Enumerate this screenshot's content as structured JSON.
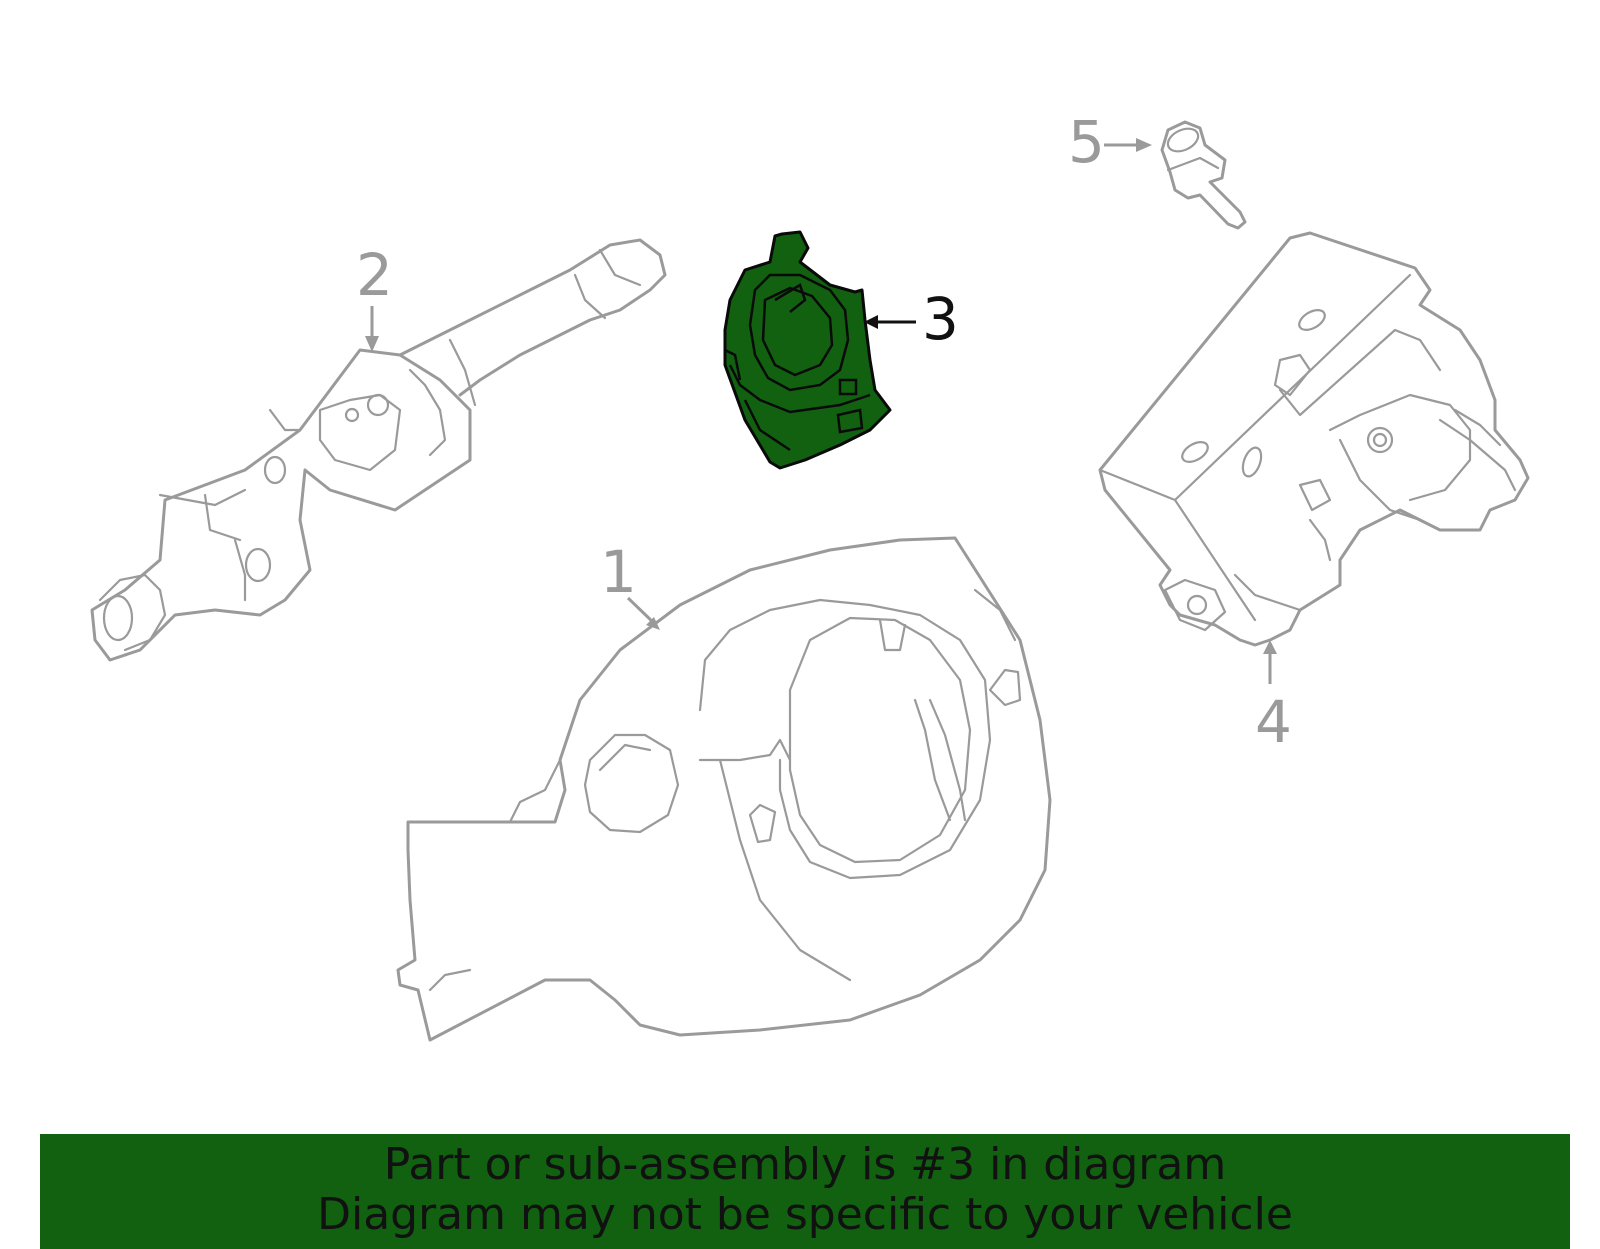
{
  "callouts": {
    "c1": "1",
    "c2": "2",
    "c3": "3",
    "c4": "4",
    "c5": "5"
  },
  "highlighted_part": "3",
  "colors": {
    "highlight_fill": "#116111",
    "banner_background": "#116111",
    "part_stroke": "#9a9a9a",
    "text": "#111111"
  },
  "banner": {
    "line1": "Part or sub-assembly is #3 in diagram",
    "line2": "Diagram may not be specific to your vehicle"
  }
}
